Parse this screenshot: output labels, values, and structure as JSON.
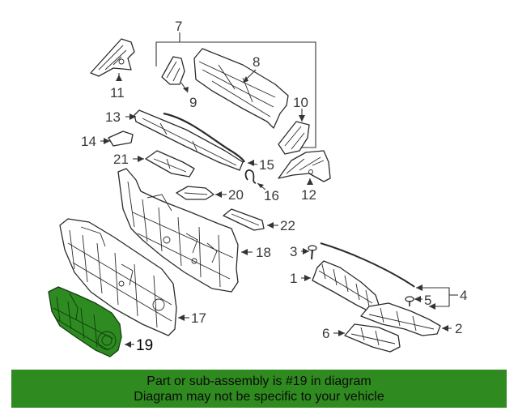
{
  "diagram": {
    "highlight_color": "#2e8b22",
    "highlighted_callout": "19",
    "callouts": [
      {
        "id": "c1",
        "label": "1"
      },
      {
        "id": "c2",
        "label": "2"
      },
      {
        "id": "c3",
        "label": "3"
      },
      {
        "id": "c4",
        "label": "4"
      },
      {
        "id": "c5",
        "label": "5"
      },
      {
        "id": "c6",
        "label": "6"
      },
      {
        "id": "c7",
        "label": "7"
      },
      {
        "id": "c8",
        "label": "8"
      },
      {
        "id": "c9",
        "label": "9"
      },
      {
        "id": "c10",
        "label": "10"
      },
      {
        "id": "c11",
        "label": "11"
      },
      {
        "id": "c12",
        "label": "12"
      },
      {
        "id": "c13",
        "label": "13"
      },
      {
        "id": "c14",
        "label": "14"
      },
      {
        "id": "c15",
        "label": "15"
      },
      {
        "id": "c16",
        "label": "16"
      },
      {
        "id": "c17",
        "label": "17"
      },
      {
        "id": "c18",
        "label": "18"
      },
      {
        "id": "c19",
        "label": "19"
      },
      {
        "id": "c20",
        "label": "20"
      },
      {
        "id": "c21",
        "label": "21"
      },
      {
        "id": "c22",
        "label": "22"
      }
    ]
  },
  "banner": {
    "line1": "Part or sub-assembly is #19 in diagram",
    "line2": "Diagram may not be specific to your vehicle",
    "background": "#2f8a1f"
  }
}
